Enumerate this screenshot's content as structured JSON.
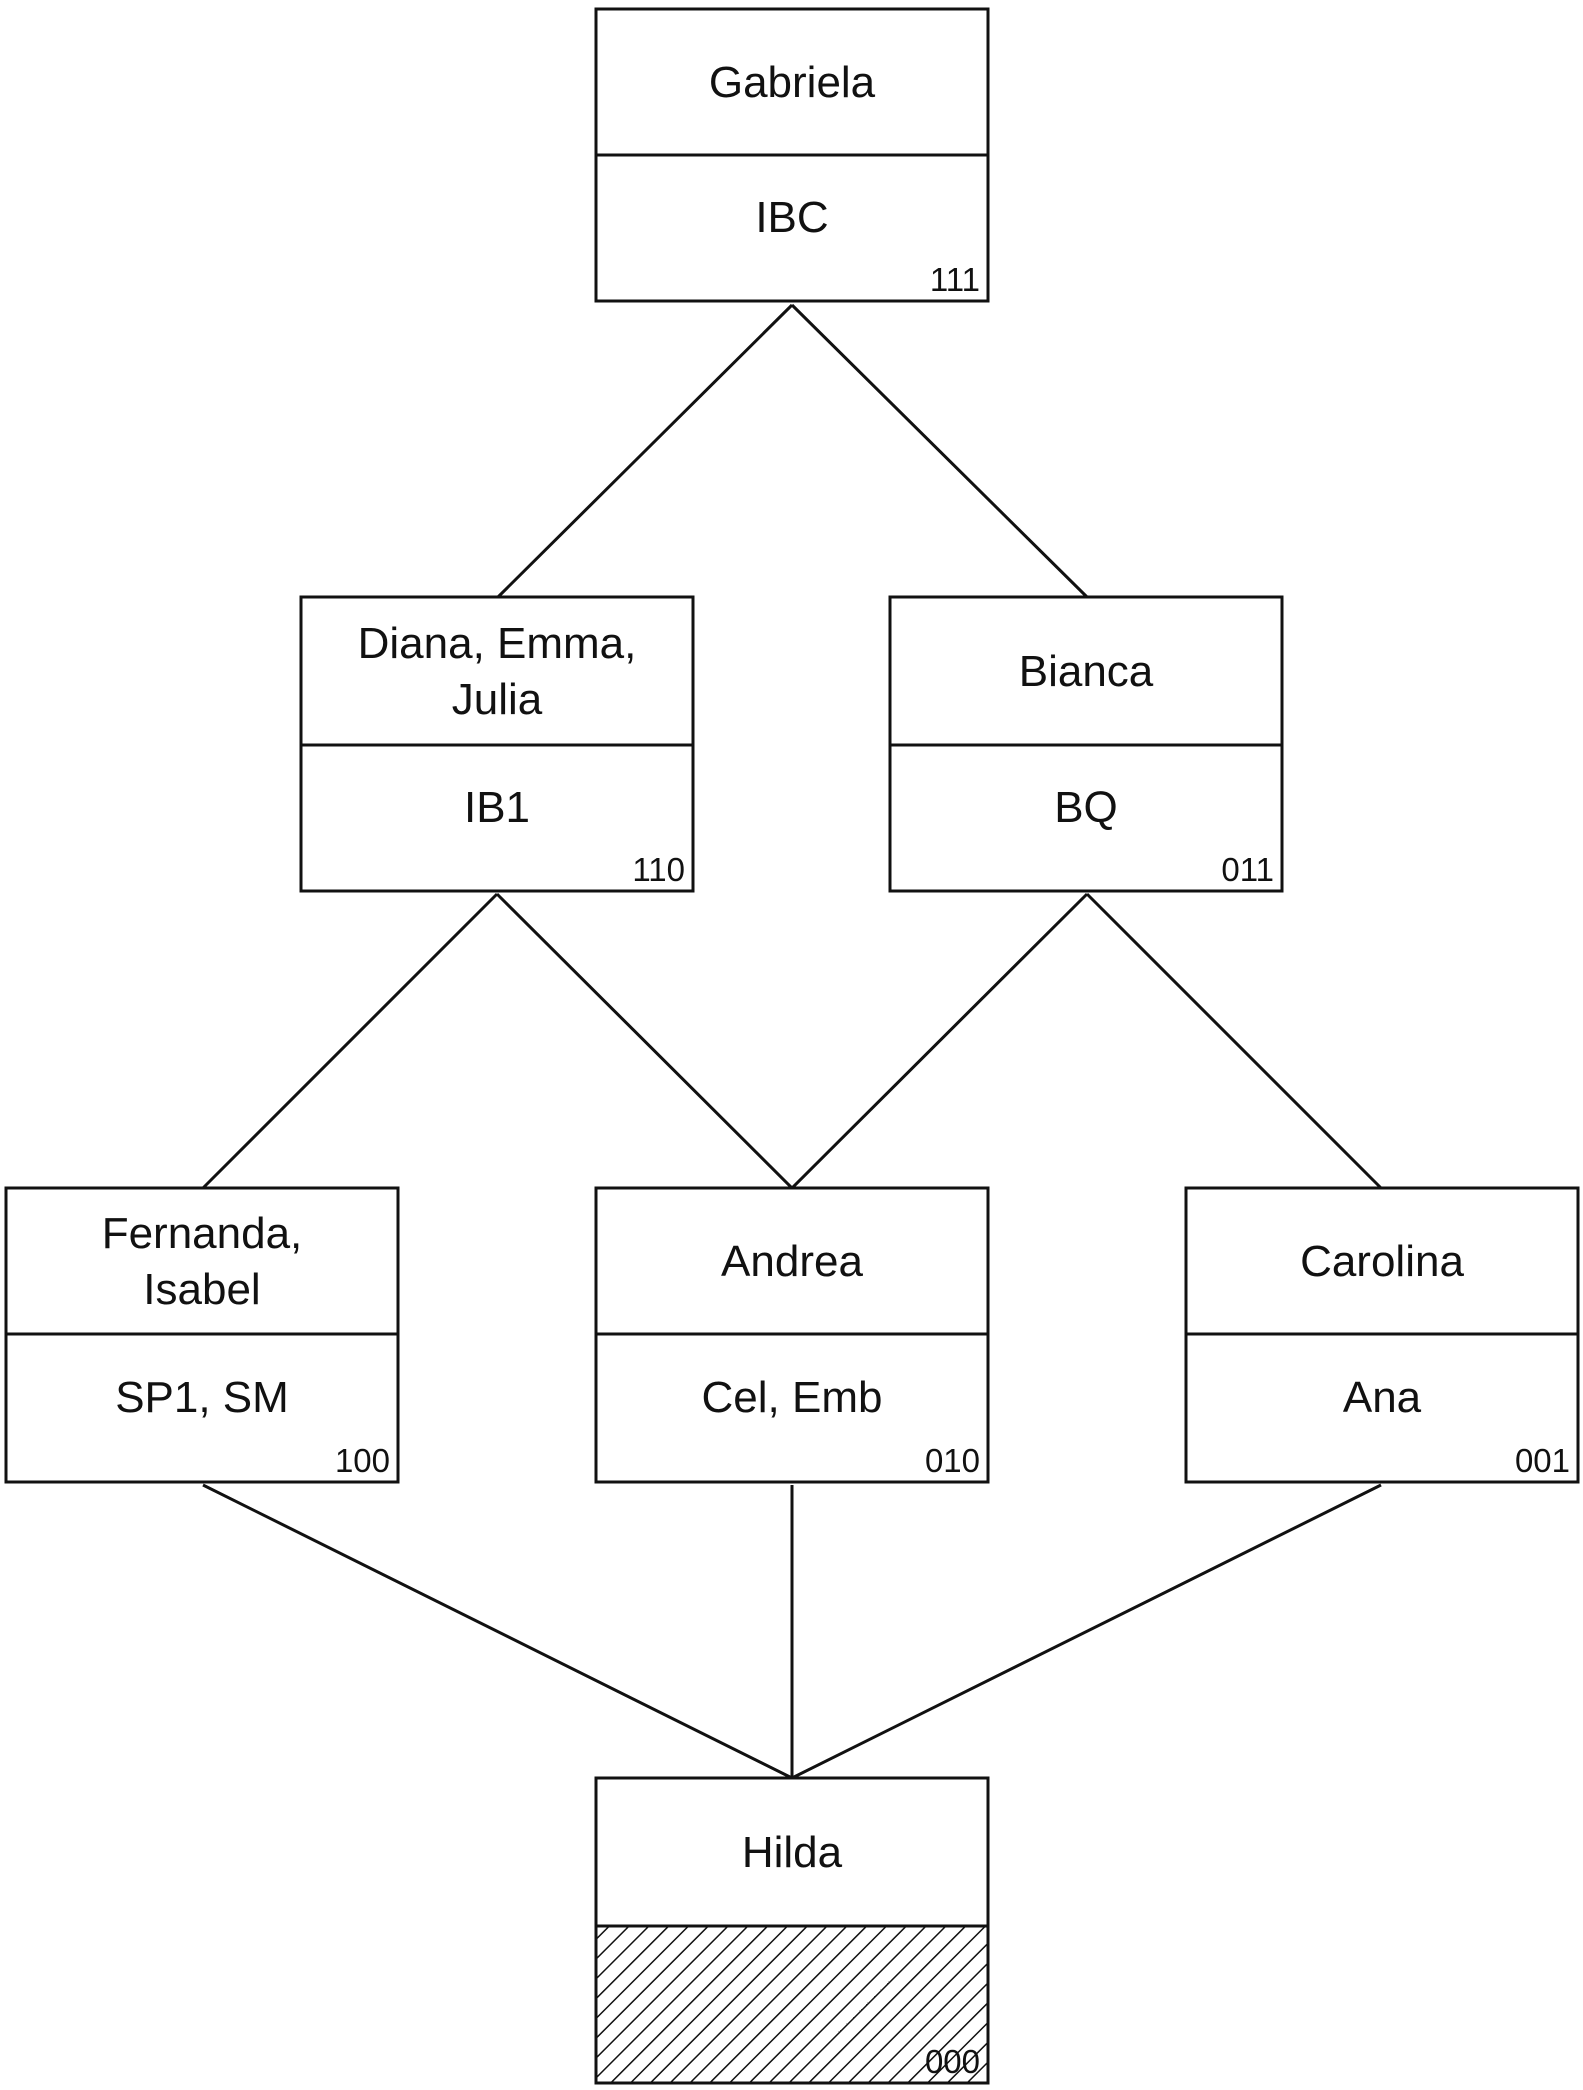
{
  "colors": {
    "stroke": "#111111",
    "background": "#ffffff"
  },
  "nodes": [
    {
      "id": "gabriela",
      "upper": [
        "Gabriela"
      ],
      "lower": "IBC",
      "code": "111",
      "hatched": false
    },
    {
      "id": "diana",
      "upper": [
        "Diana, Emma,",
        "Julia"
      ],
      "lower": "IB1",
      "code": "110",
      "hatched": false
    },
    {
      "id": "bianca",
      "upper": [
        "Bianca"
      ],
      "lower": "BQ",
      "code": "011",
      "hatched": false
    },
    {
      "id": "fernanda",
      "upper": [
        "Fernanda,",
        "Isabel"
      ],
      "lower": "SP1, SM",
      "code": "100",
      "hatched": false
    },
    {
      "id": "andrea",
      "upper": [
        "Andrea"
      ],
      "lower": "Cel, Emb",
      "code": "010",
      "hatched": false
    },
    {
      "id": "carolina",
      "upper": [
        "Carolina"
      ],
      "lower": "Ana",
      "code": "001",
      "hatched": false
    },
    {
      "id": "hilda",
      "upper": [
        "Hilda"
      ],
      "lower": "",
      "code": "000",
      "hatched": true
    }
  ],
  "edges": [
    [
      "gabriela",
      "diana"
    ],
    [
      "gabriela",
      "bianca"
    ],
    [
      "diana",
      "fernanda"
    ],
    [
      "diana",
      "andrea"
    ],
    [
      "bianca",
      "andrea"
    ],
    [
      "bianca",
      "carolina"
    ],
    [
      "fernanda",
      "hilda"
    ],
    [
      "andrea",
      "hilda"
    ],
    [
      "carolina",
      "hilda"
    ]
  ]
}
